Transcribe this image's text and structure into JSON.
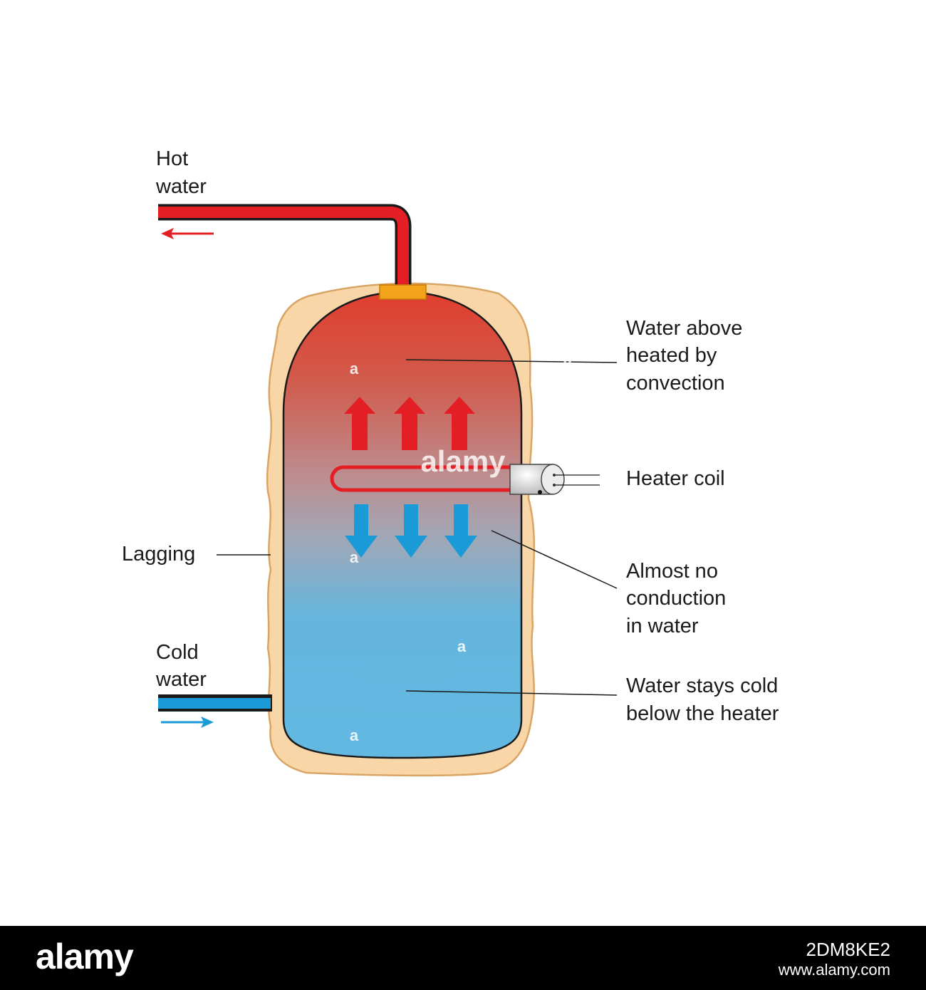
{
  "labels": {
    "hot_water": [
      "Hot",
      "water"
    ],
    "cold_water": [
      "Cold",
      "water"
    ],
    "water_above": [
      "Water above",
      "heated by",
      "convection"
    ],
    "heater_coil": [
      "Heater coil"
    ],
    "lagging": [
      "Lagging"
    ],
    "almost_no_conduction": [
      "Almost no",
      "conduction",
      "in water"
    ],
    "water_stays_cold": [
      "Water stays cold",
      "below the heater"
    ]
  },
  "watermark": "alamy",
  "footer": {
    "brand": "alamy",
    "image_id": "2DM8KE2",
    "url": "www.alamy.com"
  },
  "colors": {
    "hot": "#e31e24",
    "cold": "#1a9ad6",
    "lagging_fill": "#f8d6a8",
    "lagging_edge": "#d9a565",
    "tank_top": "#e03e2e",
    "tank_bottom": "#62b8e0"
  }
}
